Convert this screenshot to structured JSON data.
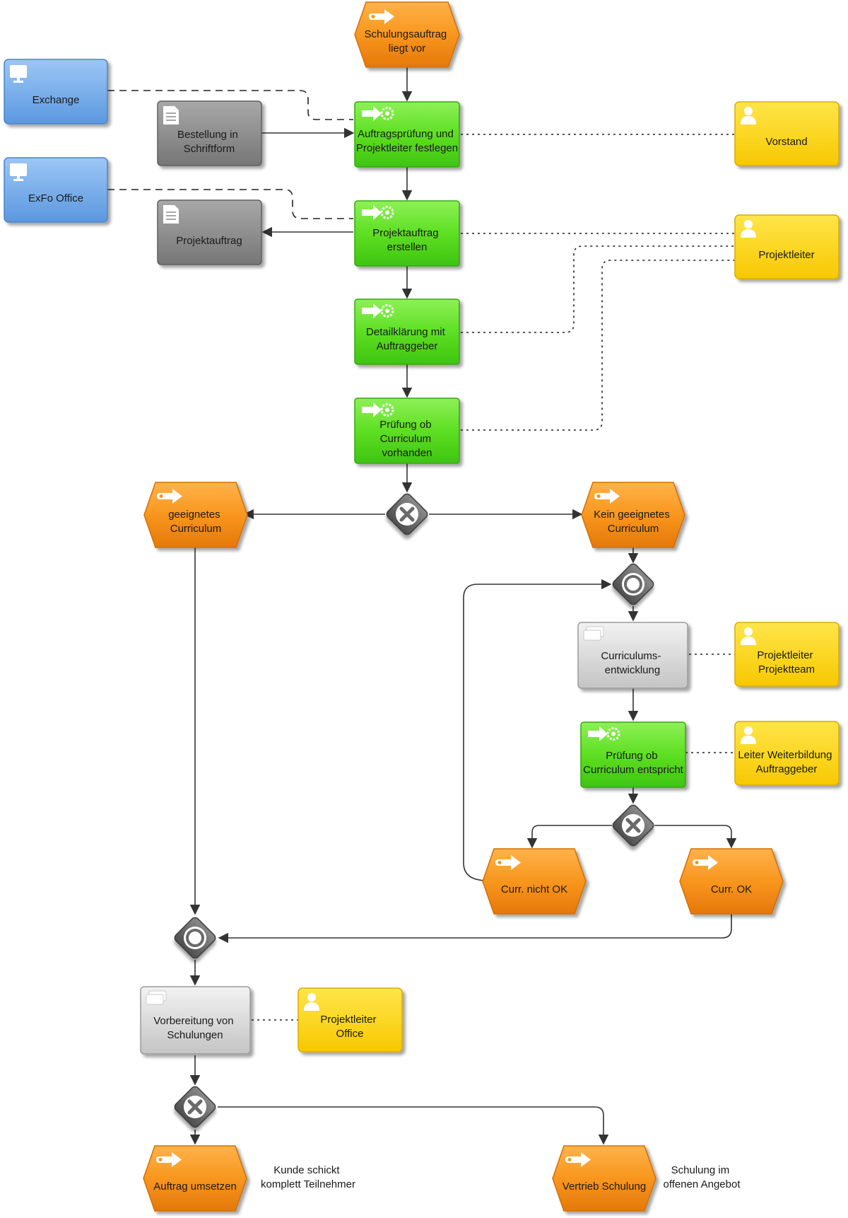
{
  "events": {
    "start": [
      "Schulungsauftrag",
      "liegt vor"
    ],
    "suitable_curriculum": [
      "geeignetes",
      "Curriculum"
    ],
    "no_suitable_curriculum": [
      "Kein geeignetes",
      "Curriculum"
    ],
    "curr_not_ok": [
      "Curr. nicht OK"
    ],
    "curr_ok": [
      "Curr. OK"
    ],
    "execute_order": [
      "Auftrag umsetzen"
    ],
    "sales_training": [
      "Vertrieb Schulung"
    ]
  },
  "functions": {
    "check_order": [
      "Auftragsprüfung und",
      "Projektleiter festlegen"
    ],
    "create_project_order": [
      "Projektauftrag",
      "erstellen"
    ],
    "clarify_details": [
      "Detailklärung mit",
      "Auftraggeber"
    ],
    "check_curriculum": [
      "Prüfung ob",
      "Curriculum",
      "vorhanden"
    ],
    "check_curriculum_match": [
      "Prüfung ob",
      "Curriculum entspricht"
    ]
  },
  "processes": {
    "curriculum_development": [
      "Curriculums-",
      "entwicklung"
    ],
    "prepare_trainings": [
      "Vorbereitung von",
      "Schulungen"
    ]
  },
  "documents": {
    "written_order": [
      "Bestellung in",
      "Schriftform"
    ],
    "project_order": [
      "Projektauftrag"
    ]
  },
  "systems": {
    "exchange": [
      "Exchange"
    ],
    "exfo_office": [
      "ExFo Office"
    ]
  },
  "roles": {
    "board": [
      "Vorstand"
    ],
    "project_lead": [
      "Projektleiter"
    ],
    "project_lead_team": [
      "Projektleiter",
      "Projektteam"
    ],
    "training_lead_client": [
      "Leiter Weiterbildung",
      "Auftraggeber"
    ],
    "project_lead_office": [
      "Projektleiter",
      "Office"
    ]
  },
  "notes": {
    "customer_note": [
      "Kunde schickt",
      "komplett Teilnehmer"
    ],
    "offer_note": [
      "Schulung im",
      "offenen Angebot"
    ]
  },
  "colors": {
    "event": "#f7931e",
    "function": "#55e01a",
    "process": "#d4d4d4",
    "document": "#8a8a8a",
    "system": "#6aa6e8",
    "role": "#fbd400",
    "gateway": "#6a6a6a"
  },
  "icons": {
    "event": "event-arrow-icon",
    "function": "function-gear-icon",
    "process": "process-stack-icon",
    "document": "document-icon",
    "system": "monitor-icon",
    "role": "person-icon",
    "xor_gateway": "xor-gateway-icon",
    "or_gateway": "or-gateway-icon"
  }
}
